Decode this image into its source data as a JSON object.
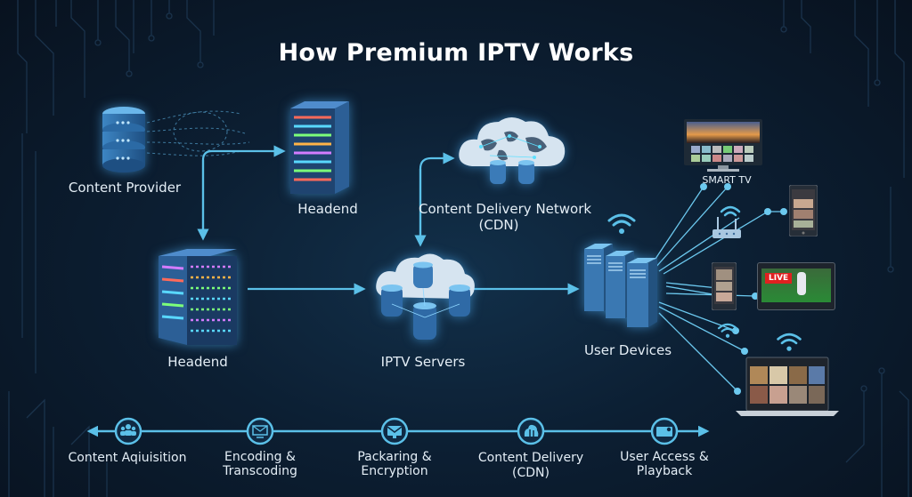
{
  "title": "How Premium IPTV Works",
  "colors": {
    "accent": "#5bc0e8",
    "background": "#0c1f33",
    "text": "#e4eef6"
  },
  "nodes": {
    "content_provider": {
      "label": "Content Provider",
      "icon": "database-icon"
    },
    "headend_top": {
      "label": "Headend",
      "icon": "server-rack-icon"
    },
    "cdn": {
      "label_line1": "Content Delivery Network",
      "label_line2": "(CDN)",
      "icon": "cloud-globe-icon"
    },
    "headend_left": {
      "label": "Headend",
      "icon": "server-rack-icon"
    },
    "iptv_servers": {
      "label": "IPTV Servers",
      "icon": "cloud-database-icon"
    },
    "user_devices": {
      "label": "User Devices",
      "icon": "server-tower-icon"
    }
  },
  "devices": {
    "smart_tv": {
      "label": "SMART TV"
    },
    "tablet_badge": "LIVE"
  },
  "timeline": {
    "steps": [
      {
        "line1": "Content Aqiuisition",
        "line2": "",
        "icon": "people-icon"
      },
      {
        "line1": "Encoding &",
        "line2": "Transcoding",
        "icon": "encode-icon"
      },
      {
        "line1": "Packaring &",
        "line2": "Encryption",
        "icon": "envelope-icon"
      },
      {
        "line1": "Content Delivery (CDN)",
        "line2": "",
        "icon": "cdn-icon"
      },
      {
        "line1": "User Access &",
        "line2": "Playback",
        "icon": "player-icon"
      }
    ]
  }
}
